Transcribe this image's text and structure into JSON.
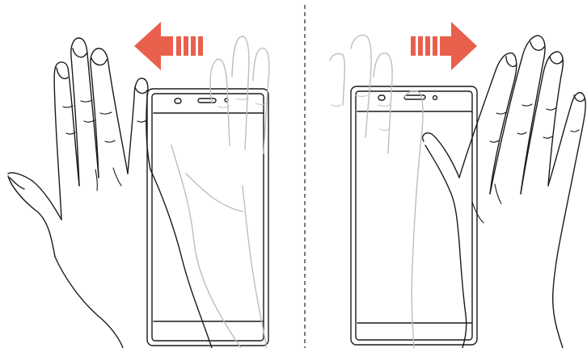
{
  "figure": {
    "panels": [
      {
        "id": "left",
        "gesture": "swipe",
        "direction": "left",
        "arrow_color": "#e8604c"
      },
      {
        "id": "right",
        "gesture": "swipe",
        "direction": "right",
        "arrow_color": "#e8604c"
      }
    ],
    "divider": {
      "style": "dashed",
      "color": "#333333"
    },
    "colors": {
      "line": "#1a1a1a",
      "ghost": "#bdbdbd",
      "background": "#ffffff"
    }
  }
}
